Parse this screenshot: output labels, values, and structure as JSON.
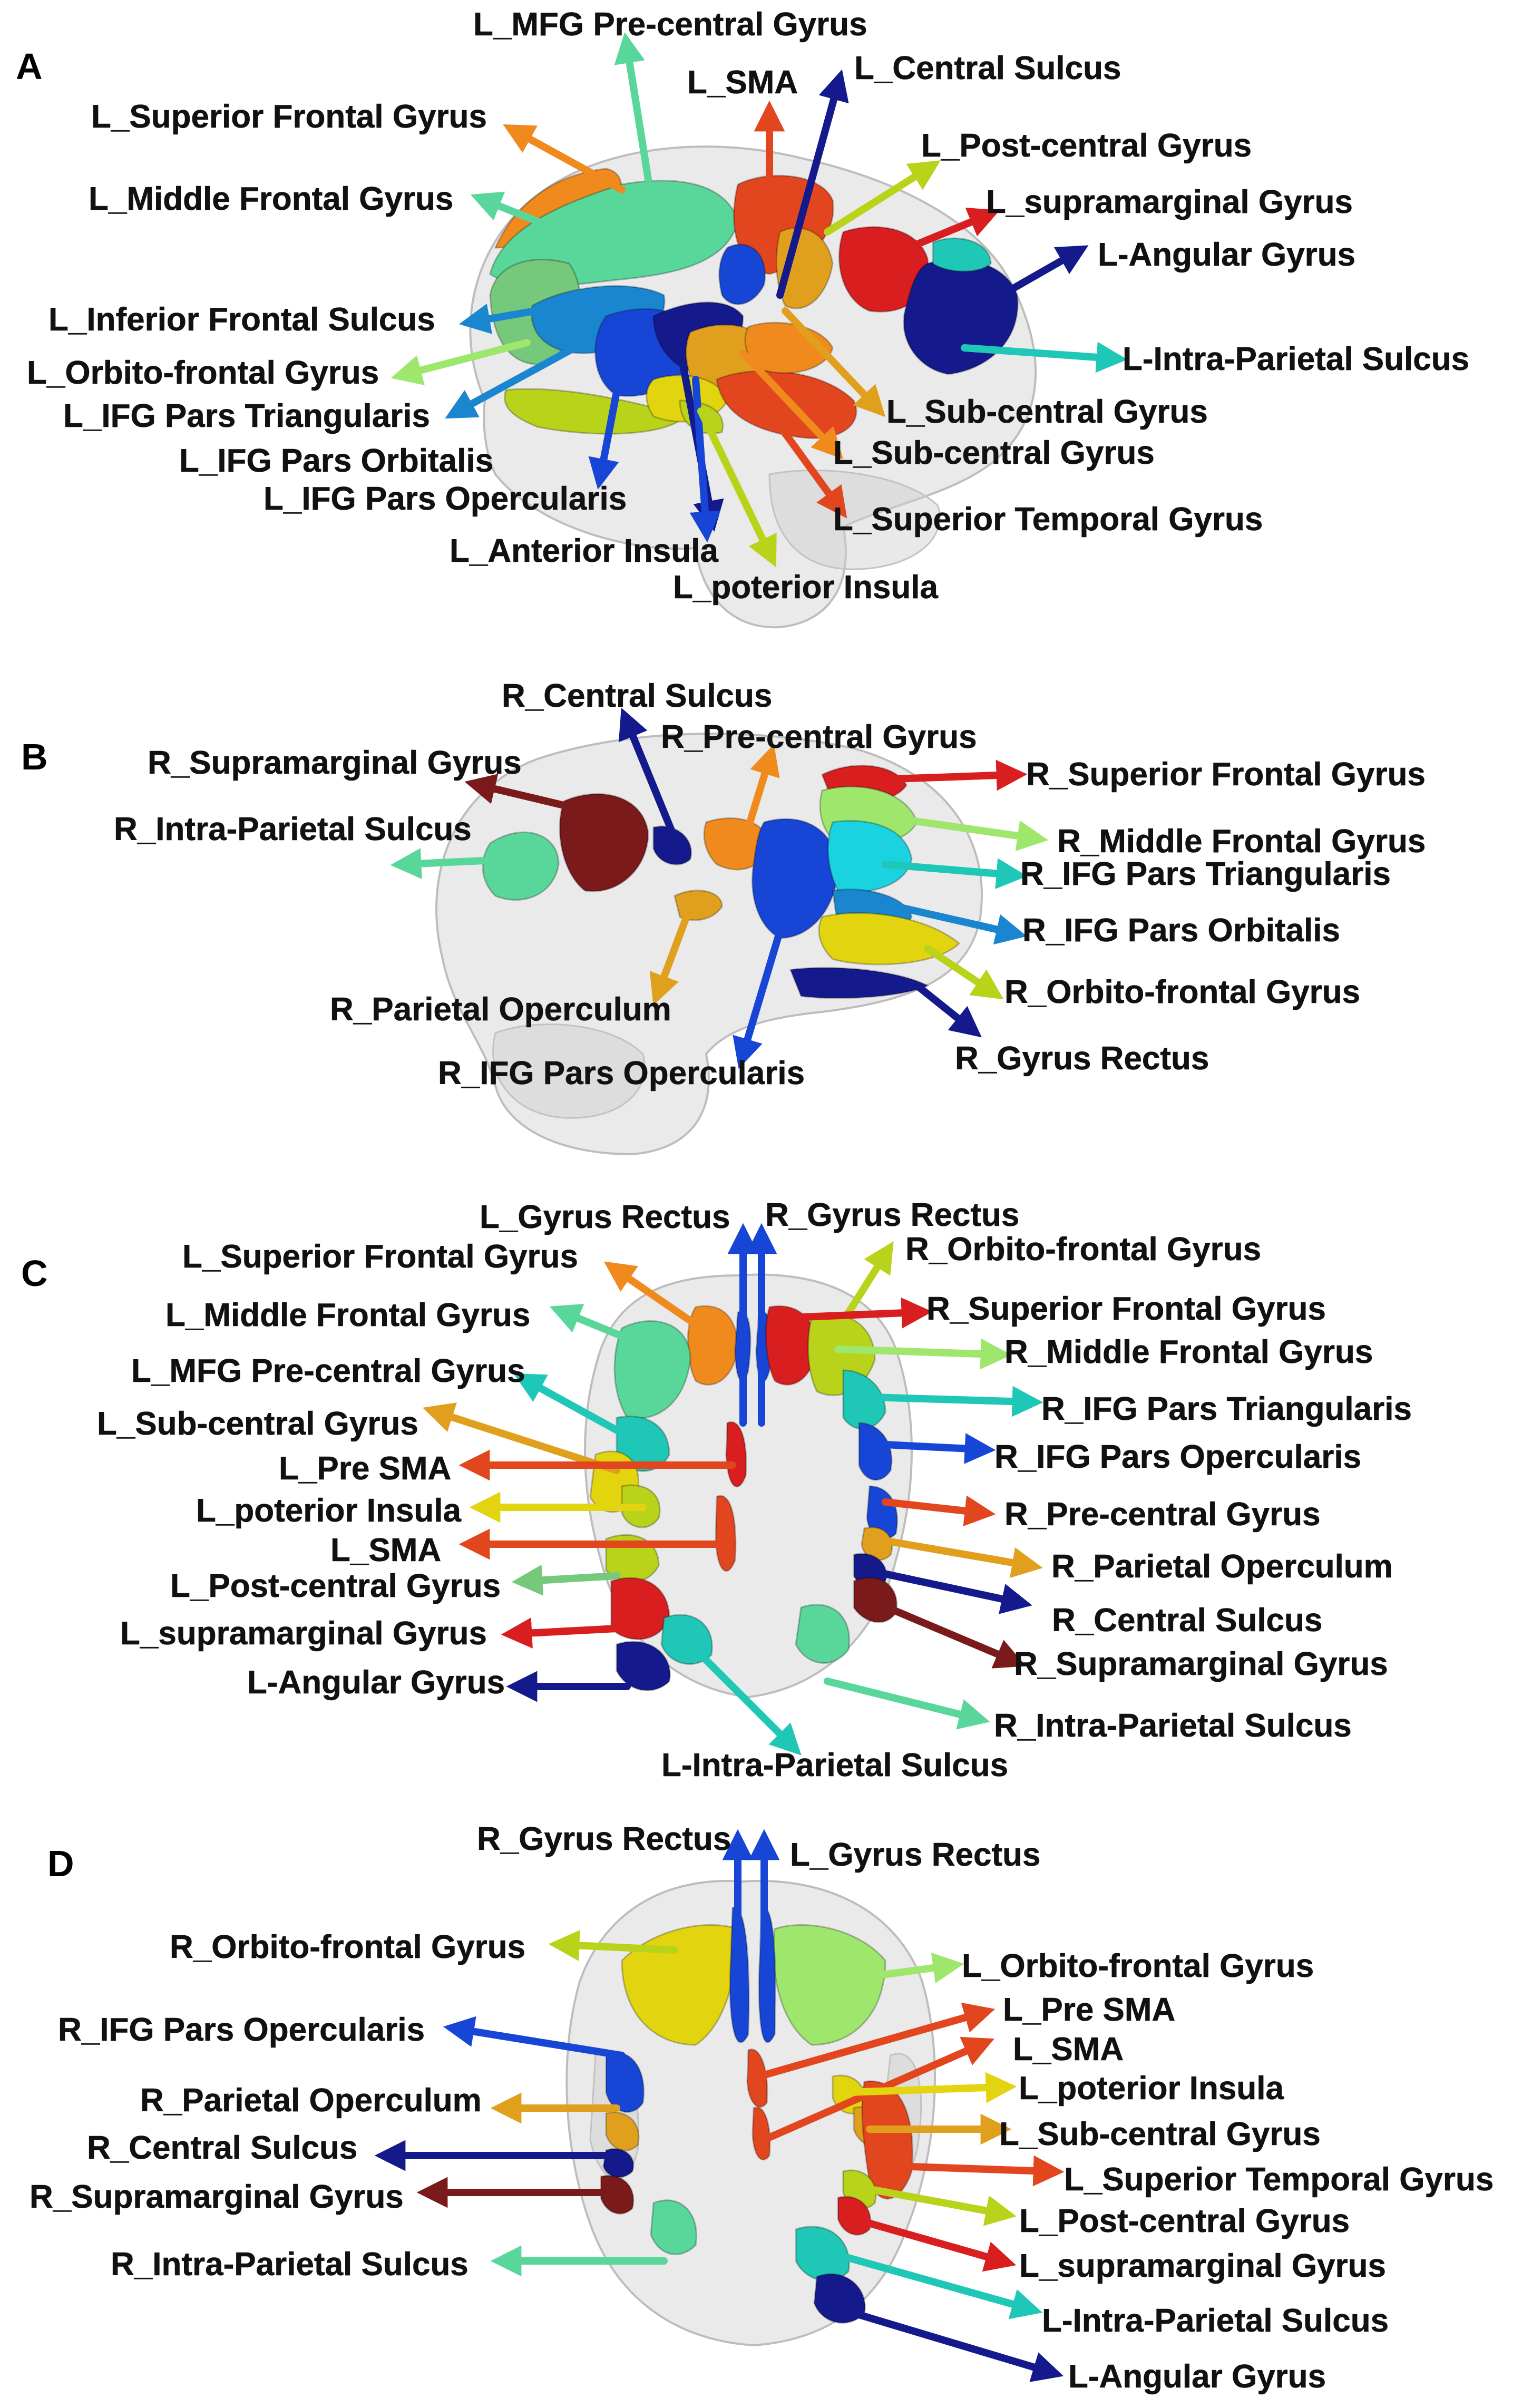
{
  "panels": [
    {
      "id": "A",
      "labels": [
        "L_MFG Pre-central Gyrus",
        "L_SMA",
        "L_Central Sulcus",
        "L_Superior Frontal Gyrus",
        "L_Post-central Gyrus",
        "L_Middle Frontal Gyrus",
        "L_supramarginal Gyrus",
        "L-Angular Gyrus",
        "L_Inferior Frontal Sulcus",
        "L-Intra-Parietal Sulcus",
        "L_Orbito-frontal Gyrus",
        "L_IFG Pars Triangularis",
        "L_Sub-central Gyrus",
        "L_IFG Pars Orbitalis",
        "L_Sub-central Gyrus",
        "L_IFG Pars Opercularis",
        "L_Superior Temporal Gyrus",
        "L_Anterior Insula",
        "L_poterior Insula"
      ]
    },
    {
      "id": "B",
      "labels": [
        "R_Central Sulcus",
        "R_Pre-central Gyrus",
        "R_Supramarginal Gyrus",
        "R_Superior Frontal Gyrus",
        "R_Intra-Parietal Sulcus",
        "R_Middle Frontal Gyrus",
        "R_IFG Pars Triangularis",
        "R_IFG Pars Orbitalis",
        "R_Orbito-frontal Gyrus",
        "R_Parietal Operculum",
        "R_Gyrus Rectus",
        "R_IFG Pars Opercularis"
      ]
    },
    {
      "id": "C",
      "labels": [
        "L_Gyrus Rectus",
        "R_Gyrus Rectus",
        "R_Orbito-frontal Gyrus",
        "L_Superior Frontal Gyrus",
        "R_Superior Frontal Gyrus",
        "L_Middle Frontal Gyrus",
        "R_Middle Frontal Gyrus",
        "L_MFG Pre-central Gyrus",
        "R_IFG Pars Triangularis",
        "L_Sub-central Gyrus",
        "R_IFG Pars Opercularis",
        "L_Pre SMA",
        "L_poterior Insula",
        "R_Pre-central Gyrus",
        "L_SMA",
        "R_Parietal Operculum",
        "L_Post-central Gyrus",
        "R_Central Sulcus",
        "L_supramarginal Gyrus",
        "R_Supramarginal Gyrus",
        "L-Angular Gyrus",
        "R_Intra-Parietal Sulcus",
        "L-Intra-Parietal Sulcus"
      ]
    },
    {
      "id": "D",
      "labels": [
        "R_Gyrus Rectus",
        "L_Gyrus Rectus",
        "R_Orbito-frontal Gyrus",
        "L_Orbito-frontal Gyrus",
        "L_Pre SMA",
        "R_IFG Pars Opercularis",
        "L_SMA",
        "L_poterior Insula",
        "R_Parietal Operculum",
        "L_Sub-central Gyrus",
        "R_Central Sulcus",
        "L_Superior Temporal Gyrus",
        "R_Supramarginal Gyrus",
        "L_Post-central Gyrus",
        "L_supramarginal Gyrus",
        "R_Intra-Parietal Sulcus",
        "L-Intra-Parietal Sulcus",
        "L-Angular Gyrus"
      ]
    }
  ],
  "colors": {
    "dark_red": "#7a1a1a",
    "red": "#d81e1e",
    "orange_red": "#e2461e",
    "orange": "#f08a1c",
    "gold": "#e0a01e",
    "yellow": "#e2d40e",
    "yellow_green": "#b9d21a",
    "light_green": "#9ee66c",
    "green": "#76c87a",
    "sea_green": "#59d69a",
    "teal": "#1fc7b6",
    "cyan": "#1ad2e0",
    "sky_blue": "#1b86d0",
    "blue": "#1746d6",
    "dark_blue": "#141a8c",
    "navy": "#101c66"
  }
}
